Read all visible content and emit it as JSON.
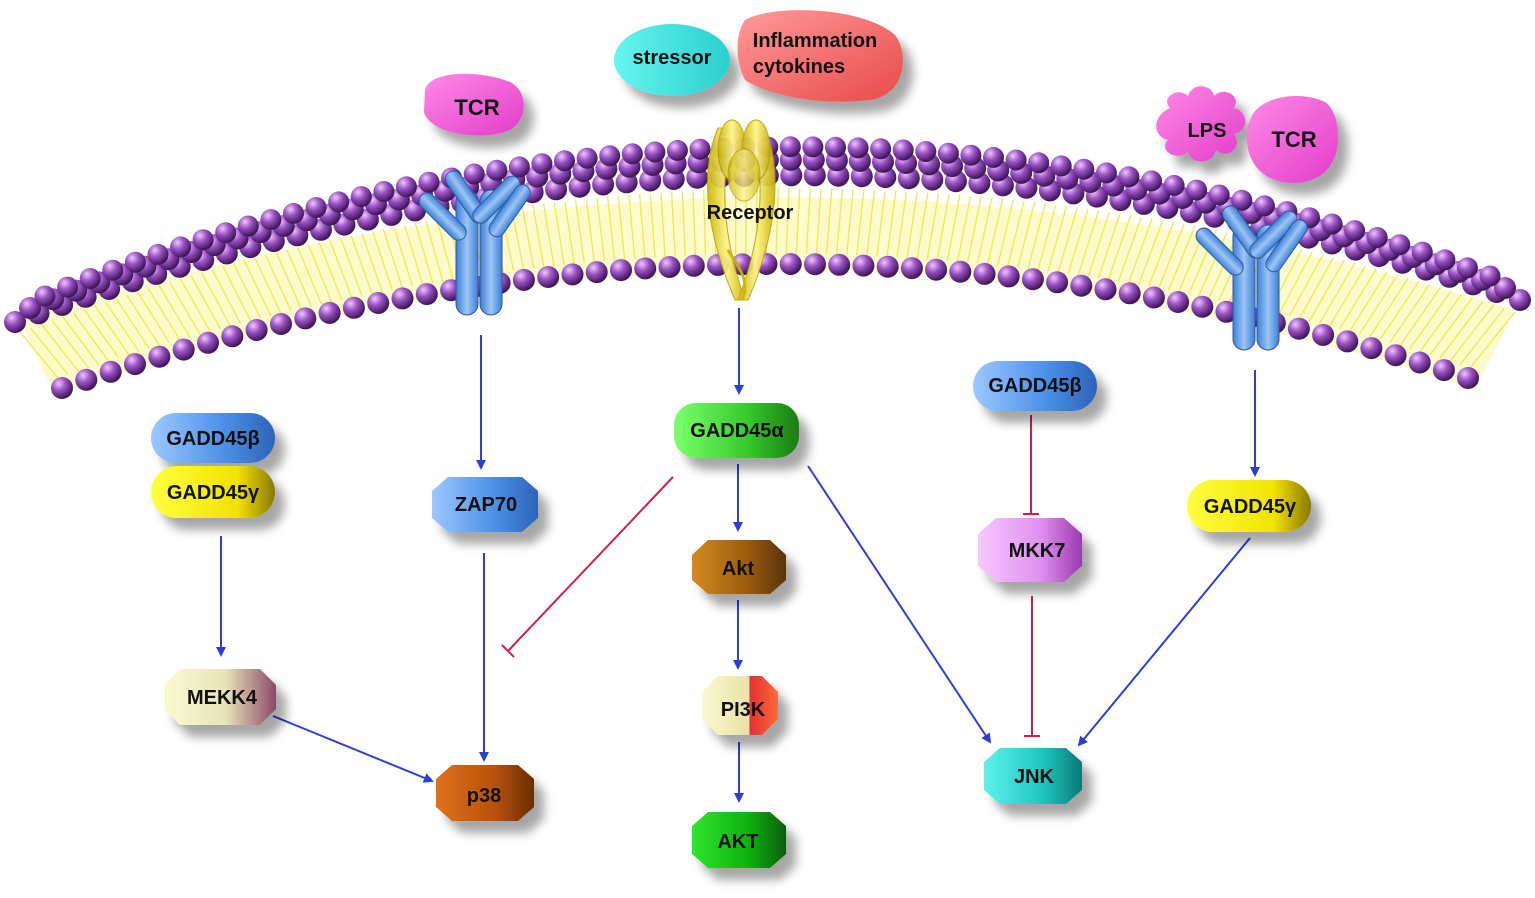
{
  "ligands": {
    "tcr_left": "TCR",
    "stressor": "stressor",
    "inflammation_line1": "Inflammation",
    "inflammation_line2": "cytokines",
    "lps": "LPS",
    "tcr_right": "TCR"
  },
  "receptor_label": "Receptor",
  "nodes": {
    "gadd45b_left": "GADD45β",
    "gadd45g_left": "GADD45γ",
    "mekk4": "MEKK4",
    "zap70": "ZAP70",
    "p38": "p38",
    "gadd45a": "GADD45α",
    "akt_upper": "Akt",
    "pi3k": "PI3K",
    "akt_lower": "AKT",
    "gadd45b_right": "GADD45β",
    "mkk7": "MKK7",
    "jnk": "JNK",
    "gadd45g_right": "GADD45γ"
  },
  "colors": {
    "activation_arrow": "#2b3fd6",
    "inhibition_line": "#d21e4a",
    "membrane_head": "#7b3a9c",
    "membrane_tail": "#f2e84a"
  }
}
